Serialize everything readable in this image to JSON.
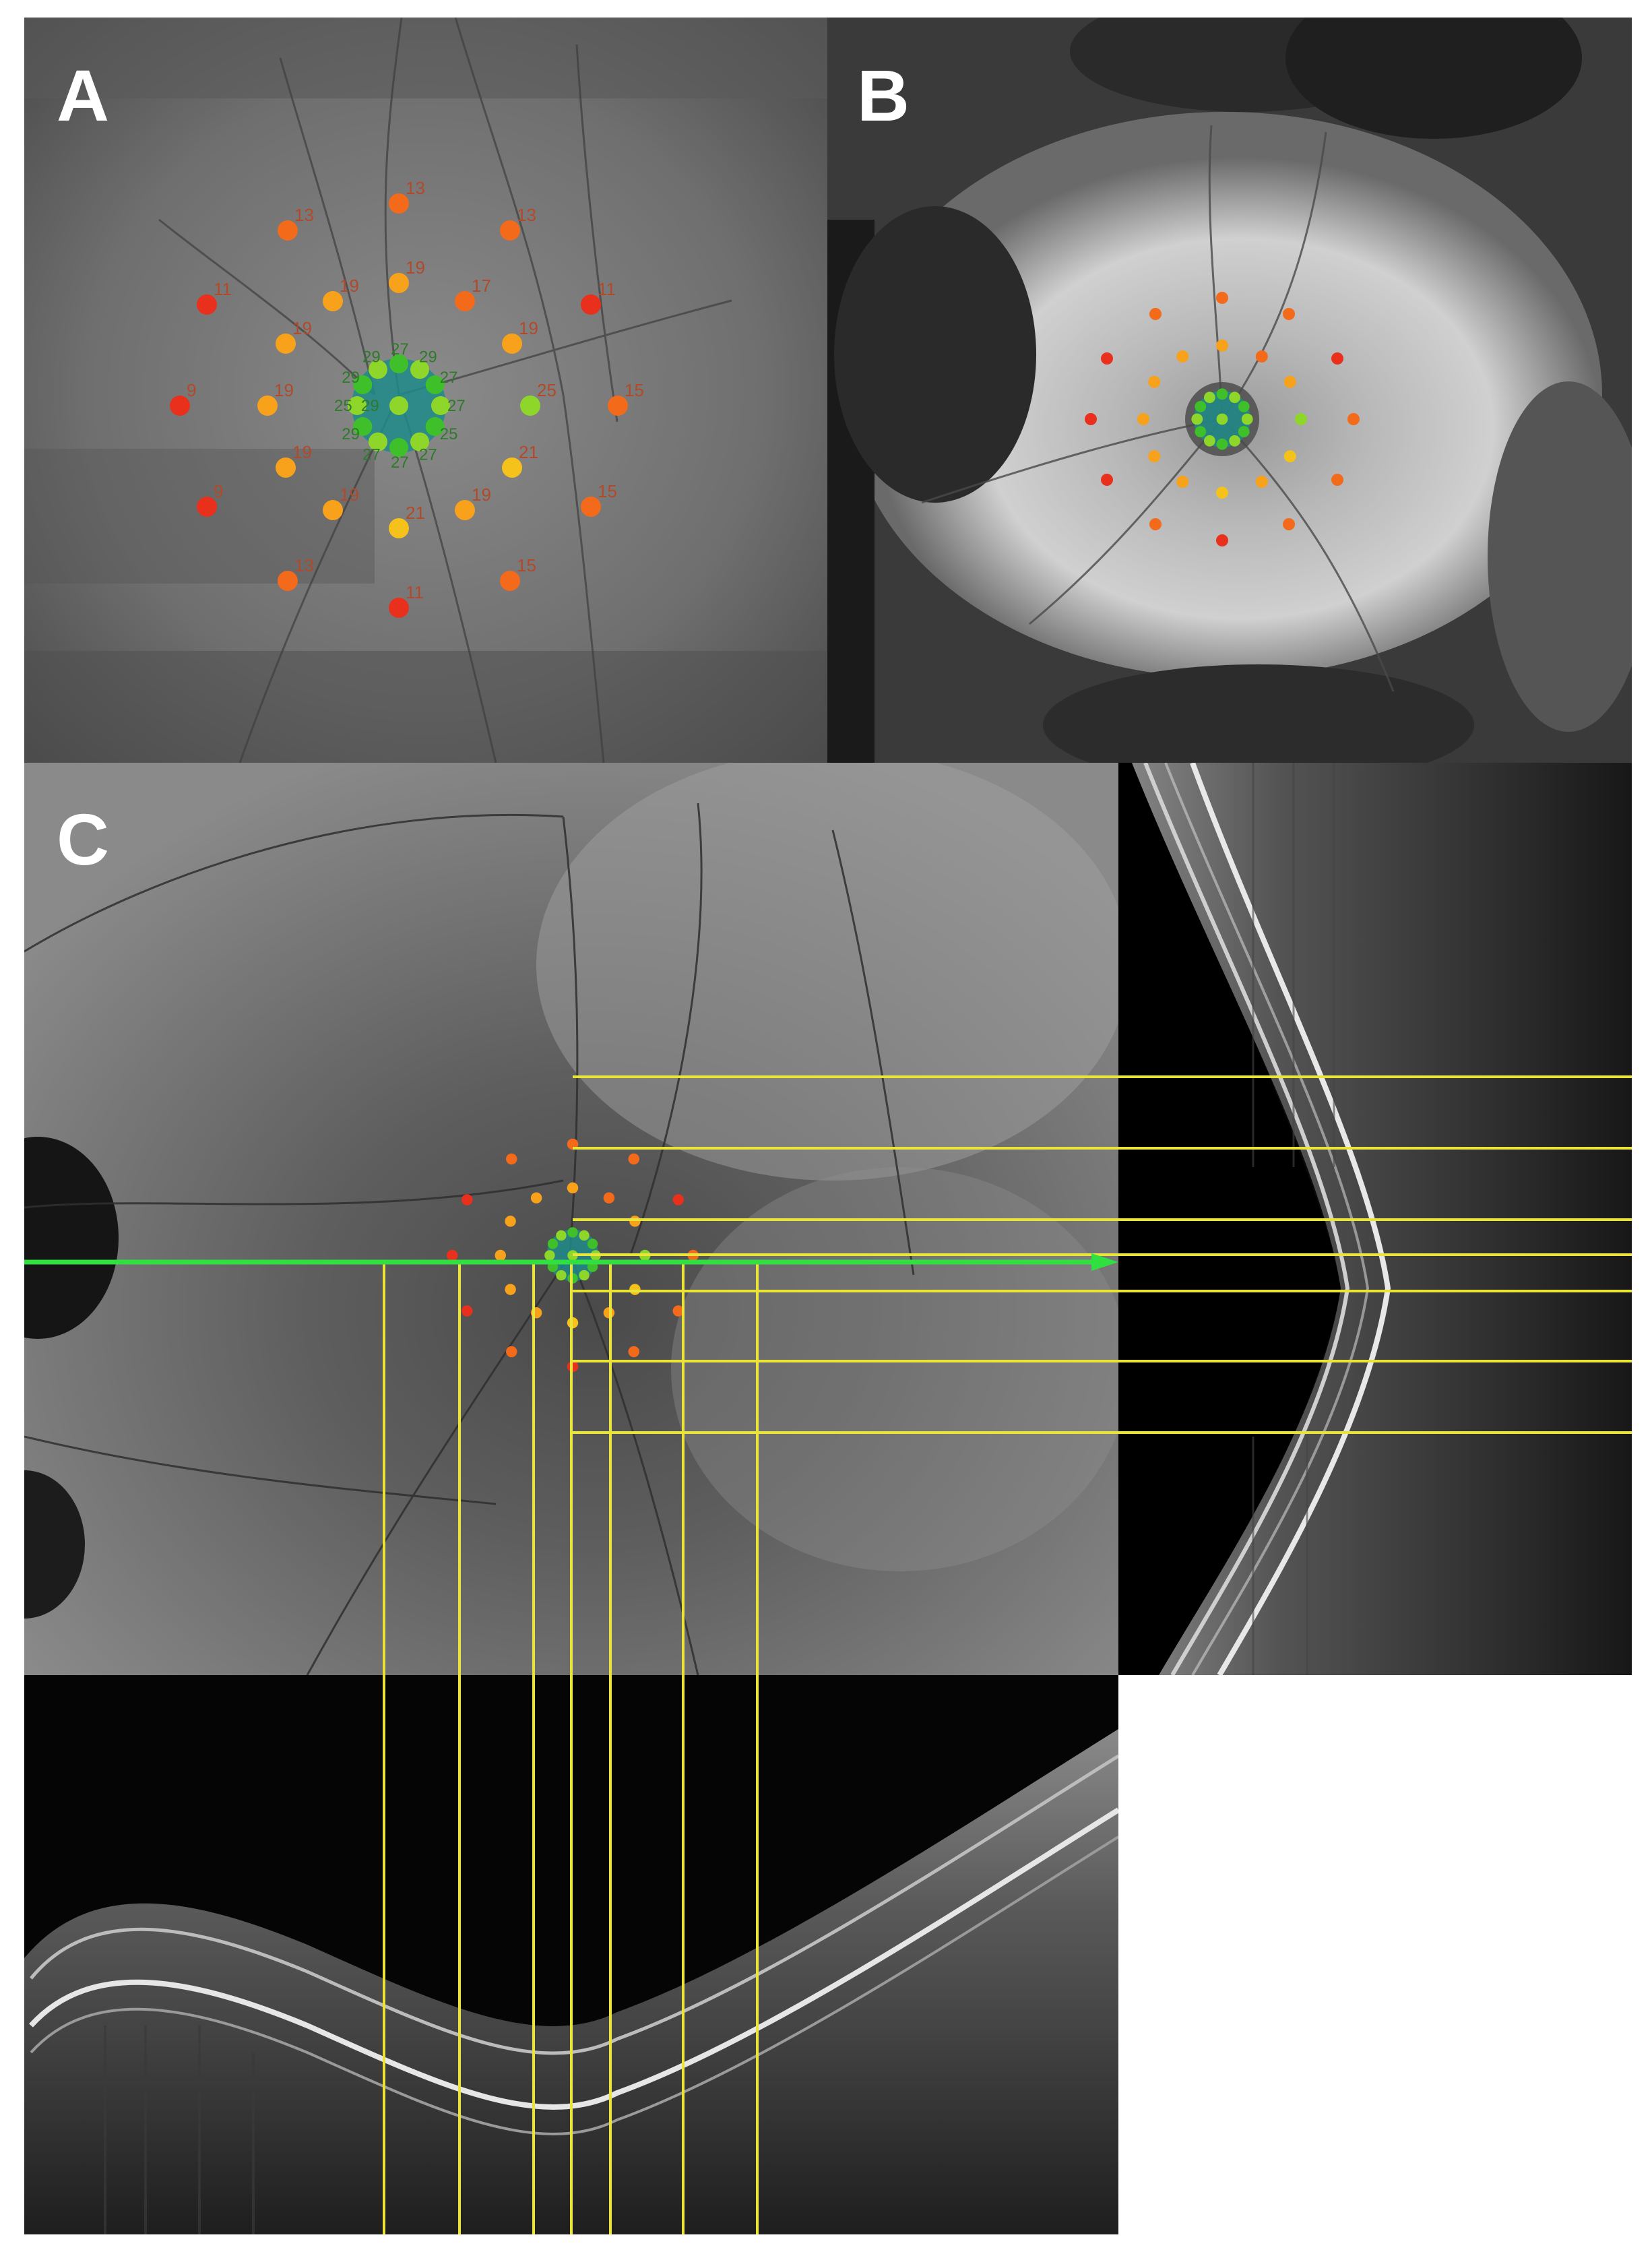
{
  "panels": {
    "a": {
      "letter": "A"
    },
    "b": {
      "letter": "B"
    },
    "c": {
      "letter": "C"
    }
  },
  "colors": {
    "sensitivity_low": "#e8301c",
    "sensitivity_midlow": "#f36a1a",
    "sensitivity_mid": "#f7a21a",
    "sensitivity_midhigh": "#f4c21a",
    "sensitivity_high": "#8fd62a",
    "sensitivity_top": "#3fbf2a",
    "scan_line_vertical": "#e8e43a",
    "scan_line_horizontal": "#30e040"
  },
  "panel_a_labels": {
    "outer_top": "13",
    "outer_top_left": "13",
    "outer_top_right": "13",
    "outer_left_up": "11",
    "outer_right_up": "11",
    "outer_left": "9",
    "outer_right": "15",
    "outer_left_down": "9",
    "outer_right_down": "15",
    "outer_bottom_left": "13",
    "outer_bottom_right": "15",
    "outer_bottom": "11",
    "mid_top": "19",
    "mid_top_left": "19",
    "mid_top_right": "17",
    "mid_left_up": "19",
    "mid_right_up": "19",
    "mid_left": "19",
    "mid_right": "25",
    "mid_left_down": "19",
    "mid_right_down": "21",
    "mid_bottom_left": "19",
    "mid_bottom_right": "19",
    "mid_bottom": "21",
    "inner_1": "27",
    "inner_2": "25",
    "inner_3": "27",
    "inner_4": "27",
    "inner_5": "27",
    "inner_6": "29",
    "inner_7": "25",
    "inner_8": "29",
    "inner_9": "29",
    "inner_10": "27",
    "inner_11": "29",
    "inner_12": "27",
    "inner_13": "29"
  }
}
